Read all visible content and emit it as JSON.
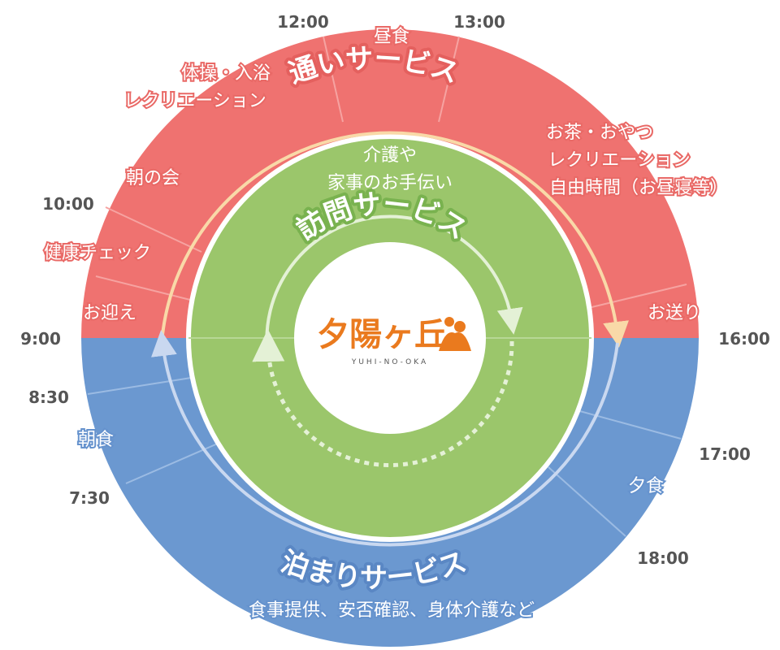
{
  "colors": {
    "day_service": "#ef7270",
    "stay_service": "#6b98d0",
    "visit_service": "#9bc66b",
    "day_arrow": "#f9d9a8",
    "stay_arrow": "#c9d8f0",
    "logo_orange": "#ea7a1e"
  },
  "times": {
    "t1200": "12:00",
    "t1300": "13:00",
    "t1000": "10:00",
    "t0900": "9:00",
    "t1600": "16:00",
    "t0830": "8:30",
    "t0730": "7:30",
    "t1700": "17:00",
    "t1800": "18:00"
  },
  "day_activities": {
    "lunch": "昼食",
    "exercise_line1": "体操・入浴",
    "exercise_line2": "レクリエーション",
    "morning_meeting": "朝の会",
    "health_check": "健康チェック",
    "pickup": "お迎え",
    "tea_line1": "お茶・おやつ",
    "tea_line2": "レクリエーション",
    "tea_line3": "自由時間（お昼寝等）",
    "dropoff": "お送り"
  },
  "stay_activities": {
    "breakfast": "朝食",
    "dinner": "夕食",
    "description": "食事提供、安否確認、身体介護など"
  },
  "visit": {
    "line1": "介護や",
    "line2": "家事のお手伝い"
  },
  "services": {
    "day": "通いサービス",
    "visit": "訪問サービス",
    "stay": "泊まりサービス"
  },
  "logo": {
    "name": "夕陽ヶ丘",
    "romaji": "YUHI-NO-OKA"
  }
}
